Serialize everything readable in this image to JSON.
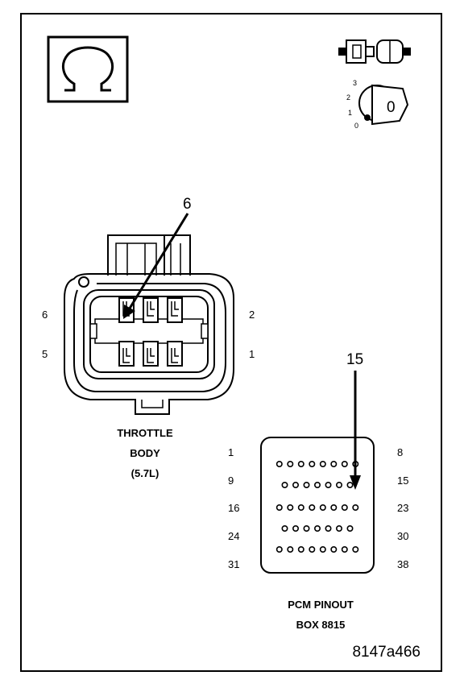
{
  "diagram": {
    "figure_id": "8147a466",
    "icons": {
      "ohm": "ohmmeter-icon",
      "connector": "disconnected-connector-icon",
      "ignition": "ignition-key-off-icon"
    },
    "ignition_positions": [
      "3",
      "2",
      "1",
      "0"
    ],
    "ignition_key_label": "0",
    "throttle_body": {
      "title_line1": "THROTTLE",
      "title_line2": "BODY",
      "title_line3": "(5.7L)",
      "pin_left_top": "6",
      "pin_left_bottom": "5",
      "pin_right_top": "2",
      "pin_right_bottom": "1",
      "callout": "6"
    },
    "pcm": {
      "title_line1": "PCM PINOUT",
      "title_line2": "BOX 8815",
      "callout": "15",
      "row_labels_left": [
        "1",
        "9",
        "16",
        "24",
        "31"
      ],
      "row_labels_right": [
        "8",
        "15",
        "23",
        "30",
        "38"
      ],
      "row_pin_counts": [
        8,
        7,
        8,
        7,
        8
      ]
    }
  }
}
